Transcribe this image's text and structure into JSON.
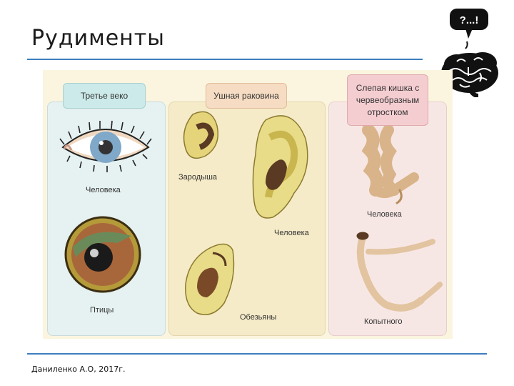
{
  "slide": {
    "title": "Рудименты",
    "footer": "Даниленко А.О, 2017г."
  },
  "logo": {
    "bubble_text": "?...!"
  },
  "figure": {
    "panels": [
      {
        "header": "Третье веко",
        "labels": [
          "Человека",
          "Птицы"
        ]
      },
      {
        "header": "Ушная раковина",
        "labels": [
          "Зародыша",
          "Человека",
          "Обезьяны"
        ]
      },
      {
        "header": "Слепая кишка с червеобразным отростком",
        "labels": [
          "Человека",
          "Копытного"
        ]
      }
    ]
  },
  "colors": {
    "rule": "#3d7ebf",
    "figure_bg": "#fbf5df",
    "panel_eye": "#e6f1f1",
    "panel_ear": "#f6ebc8",
    "panel_gut": "#f7e7e4"
  }
}
